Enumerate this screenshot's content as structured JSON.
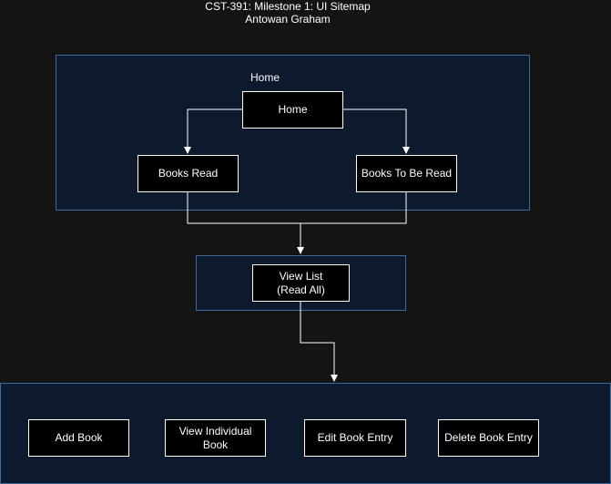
{
  "title": {
    "line1": "CST-391: Milestone 1: UI Sitemap",
    "line2": "Antowan Graham"
  },
  "groups": {
    "home": {
      "label": "Home"
    },
    "view_list": {
      "label": ""
    },
    "actions": {
      "label": ""
    }
  },
  "nodes": {
    "home": {
      "label": "Home"
    },
    "books_read": {
      "label": "Books Read"
    },
    "books_to_be_read": {
      "label": "Books To Be Read"
    },
    "view_list": {
      "line1": "View List",
      "line2": "(Read All)"
    },
    "add_book": {
      "label": "Add Book"
    },
    "view_individual_book": {
      "line1": "View Individual",
      "line2": "Book"
    },
    "edit_book_entry": {
      "label": "Edit Book Entry"
    },
    "delete_book_entry": {
      "label": "Delete Book Entry"
    }
  },
  "colors": {
    "background": "#141414",
    "group_fill": "#0d1a2d",
    "group_border": "#3c6a9e",
    "node_fill": "#000000",
    "node_border": "#ffffff",
    "edge": "#ffffff"
  }
}
